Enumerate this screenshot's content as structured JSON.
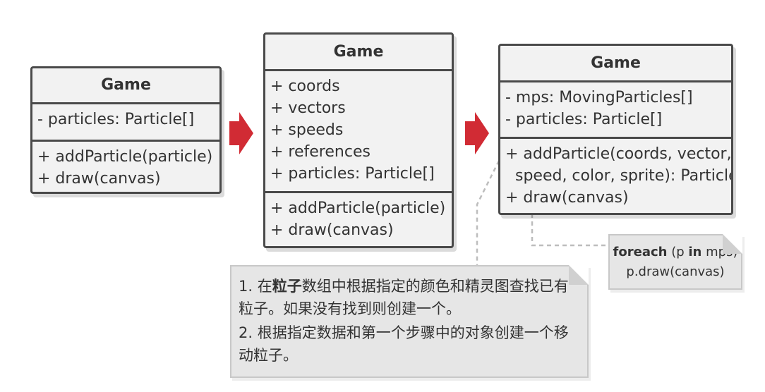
{
  "colors": {
    "class_fill": "#f2f2f2",
    "class_border": "#4a4a4a",
    "arrow": "#d12b34",
    "note_fill": "#e6e6e6",
    "connector": "#bdbdbd"
  },
  "class1": {
    "name": "Game",
    "fields": [
      "- particles: Particle[]"
    ],
    "methods": [
      "+ addParticle(particle)",
      "+ draw(canvas)"
    ]
  },
  "class2": {
    "name": "Game",
    "fields": [
      "+ coords",
      "+ vectors",
      "+ speeds",
      "+ references",
      "+ particles: Particle[]"
    ],
    "methods": [
      "+ addParticle(particle)",
      "+ draw(canvas)"
    ]
  },
  "class3": {
    "name": "Game",
    "fields": [
      "- mps: MovingParticles[]",
      "- particles: Particle[]"
    ],
    "methods": [
      "+ addParticle(coords, vector,",
      "  speed, color, sprite): Particle",
      "+ draw(canvas)"
    ]
  },
  "note_steps": {
    "step1_prefix": "1. 在",
    "step1_bold": "粒子",
    "step1_suffix": "数组中根据指定的颜色和精灵图查找已有粒子。如果没有找到则创建一个。",
    "step2": "2. 根据指定数据和第一个步骤中的对象创建一个移动粒子。"
  },
  "note_code": {
    "kw_foreach": "foreach",
    "part_p": " (p ",
    "kw_in": "in",
    "part_mps": " mps)",
    "line2": "p.draw(canvas)"
  }
}
